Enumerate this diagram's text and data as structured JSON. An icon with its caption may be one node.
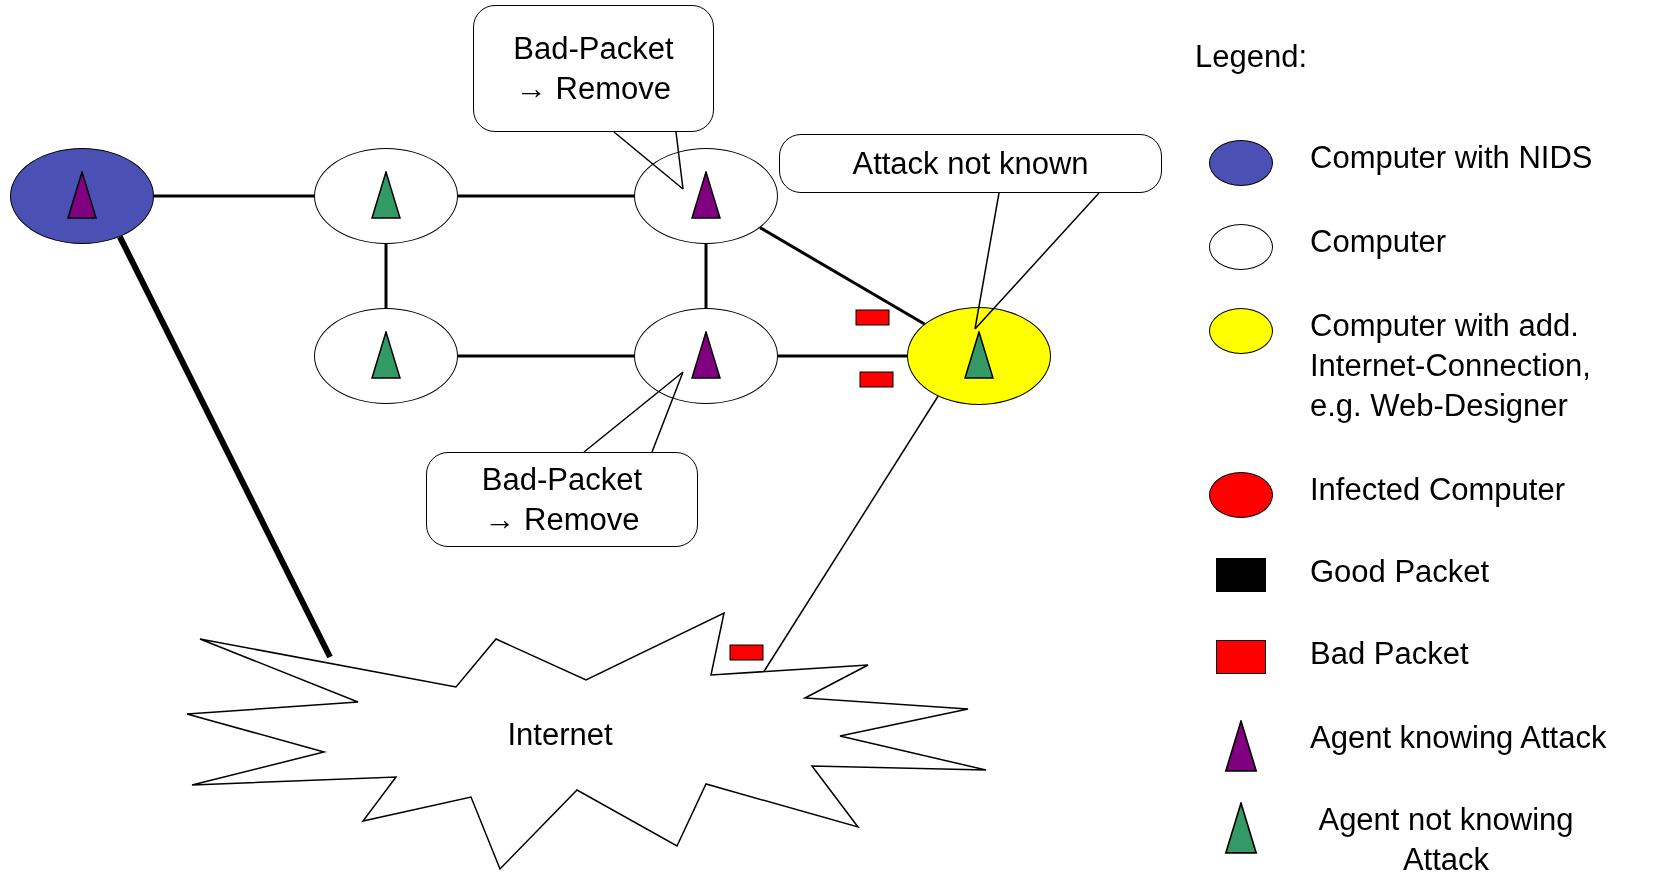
{
  "diagram": {
    "nodes": [
      {
        "text": [],
        "shape": "ellipse"
      },
      {
        "text": [],
        "shape": "ellipse"
      },
      {
        "text": [],
        "shape": "ellipse"
      },
      {
        "text": [],
        "shape": "ellipse"
      },
      {
        "text": [],
        "shape": "ellipse"
      },
      {
        "text": [],
        "shape": "ellipse"
      },
      {
        "text": [
          "Internet"
        ]
      },
      {
        "text": [
          "Bad-Packet → Remove"
        ]
      },
      {
        "text": [
          "Attack not known"
        ]
      },
      {
        "text": [
          "Bad-Packet → Remove"
        ]
      }
    ],
    "edges": [
      {
        "from": 0,
        "to": 1,
        "arrow": "none"
      },
      {
        "from": 1,
        "to": 2,
        "arrow": "none"
      },
      {
        "from": 1,
        "to": 3,
        "arrow": "none"
      },
      {
        "from": 2,
        "to": 4,
        "arrow": "none"
      },
      {
        "from": 3,
        "to": 4,
        "arrow": "none"
      },
      {
        "from": 2,
        "to": 5,
        "arrow": "none"
      },
      {
        "from": 4,
        "to": 5,
        "arrow": "none"
      },
      {
        "from": 0,
        "to": 6,
        "arrow": "none",
        "style": "thick"
      },
      {
        "from": 5,
        "to": 6,
        "arrow": "none"
      },
      {
        "from": 7,
        "to": 2,
        "arrow": "none"
      },
      {
        "from": 8,
        "to": 5,
        "arrow": "none"
      },
      {
        "from": 9,
        "to": 4,
        "arrow": "none"
      }
    ],
    "labels": [
      "Legend:"
    ],
    "legend": [
      {
        "text": "Computer with NIDS",
        "color": "#4b50b4"
      },
      {
        "text": "Computer",
        "color": "#ffffff"
      },
      {
        "text": "Computer with add. Internet-Connection, e.g. Web-Designer",
        "color": "#ffff00"
      },
      {
        "text": "Infected Computer",
        "color": "#ff0000"
      },
      {
        "text": "Good Packet",
        "color": "#000000"
      },
      {
        "text": "Bad Packet",
        "color": "#ff0000"
      },
      {
        "text": "Agent knowing Attack",
        "color": "#800080"
      },
      {
        "text": "Agent not knowing Attack",
        "color": "#339966"
      }
    ]
  }
}
